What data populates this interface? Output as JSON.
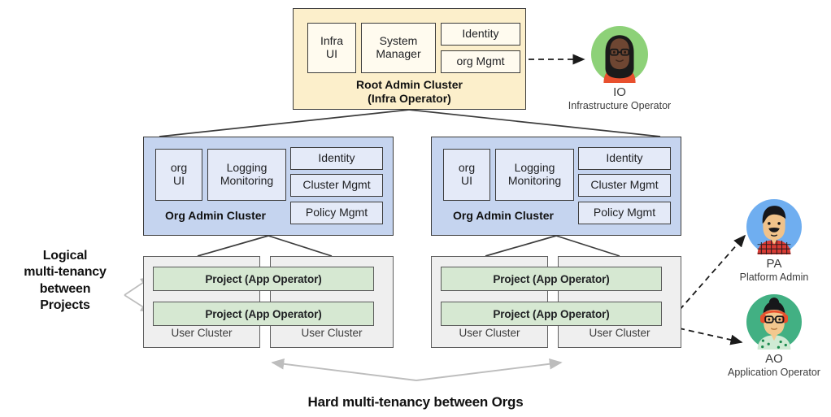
{
  "diagram": {
    "title": "Multi-tenancy cluster hierarchy",
    "colors": {
      "root_fill": "#FCEFCB",
      "root_chip_fill": "#FFFBEF",
      "org_fill": "#C5D4EF",
      "org_chip_fill": "#E4EAF8",
      "user_fill": "#EFEFEF",
      "project_fill": "#D6E8D2",
      "stroke": "#3c3c3c",
      "gray_arrow": "#BDBDBD",
      "dashed_arrow": "#1a1a1a"
    }
  },
  "root_cluster": {
    "caption_line1": "Root Admin Cluster",
    "caption_line2": "(Infra Operator)",
    "chips": [
      {
        "label": "Infra\nUI",
        "line1": "Infra",
        "line2": "UI"
      },
      {
        "label": "System\nManager",
        "line1": "System",
        "line2": "Manager"
      },
      {
        "label": "Identity"
      },
      {
        "label": "org Mgmt"
      }
    ]
  },
  "org_clusters": [
    {
      "caption": "Org Admin Cluster",
      "chips": [
        {
          "line1": "org",
          "line2": "UI"
        },
        {
          "line1": "Logging",
          "line2": "Monitoring"
        },
        {
          "label": "Identity"
        },
        {
          "label": "Cluster Mgmt"
        },
        {
          "label": "Policy Mgmt"
        }
      ],
      "user_clusters": [
        {
          "label": "User Cluster"
        },
        {
          "label": "User Cluster"
        }
      ],
      "projects": [
        {
          "label": "Project (App Operator)"
        },
        {
          "label": "Project (App Operator)"
        }
      ]
    },
    {
      "caption": "Org Admin Cluster",
      "chips": [
        {
          "line1": "org",
          "line2": "UI"
        },
        {
          "line1": "Logging",
          "line2": "Monitoring"
        },
        {
          "label": "Identity"
        },
        {
          "label": "Cluster Mgmt"
        },
        {
          "label": "Policy Mgmt"
        }
      ],
      "user_clusters": [
        {
          "label": "User Cluster"
        },
        {
          "label": "User Cluster"
        }
      ],
      "projects": [
        {
          "label": "Project (App Operator)"
        },
        {
          "label": "Project  (App Operator)"
        }
      ]
    }
  ],
  "annotations": {
    "left_note": "Logical\nmulti-tenancy\nbetween\nProjects",
    "left_note_lines": [
      "Logical",
      "multi-tenancy",
      "between",
      "Projects"
    ],
    "bottom_note": "Hard multi-tenancy between Orgs"
  },
  "personas": [
    {
      "id": "io",
      "initials": "IO",
      "role": "Infrastructure Operator",
      "avatar_icon": "person-avatar-icon",
      "circle_color": "#8DD178",
      "skin": "#6E4632",
      "hair": "#1A1A1A",
      "accent": "#E8502E"
    },
    {
      "id": "pa",
      "initials": "PA",
      "role": "Platform Admin",
      "avatar_icon": "person-avatar-icon",
      "circle_color": "#6FAEF0",
      "skin": "#F0C28A",
      "hair": "#17171A",
      "accent": "#D93B34"
    },
    {
      "id": "ao",
      "initials": "AO",
      "role": "Application Operator",
      "avatar_icon": "person-avatar-icon",
      "circle_color": "#42B083",
      "skin": "#F3C88E",
      "hair": "#17171A",
      "accent": "#E8502E"
    }
  ]
}
